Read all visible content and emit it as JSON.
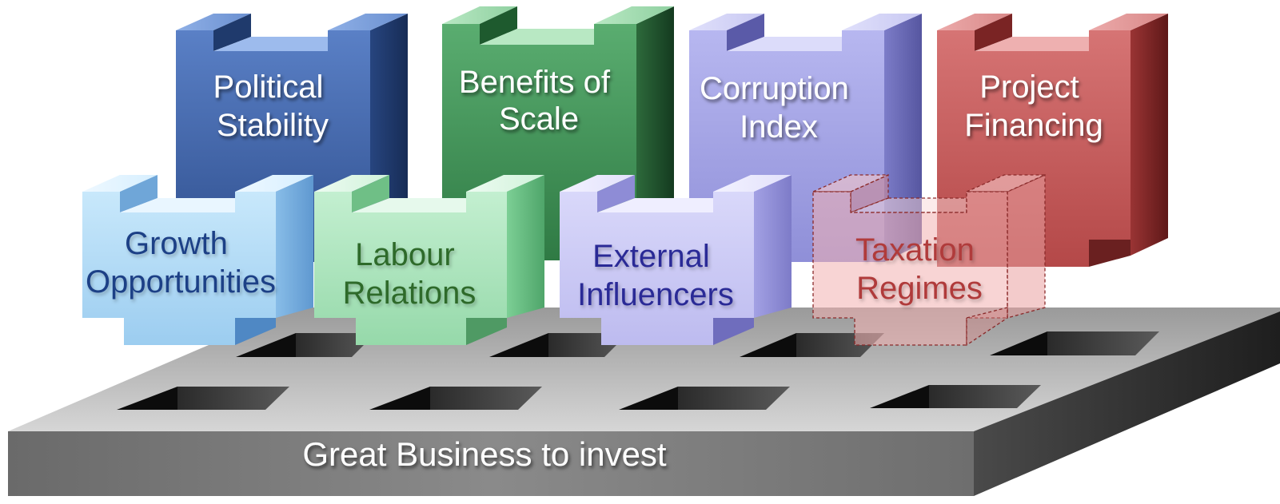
{
  "base": {
    "label": "Great Business to invest"
  },
  "blocks": {
    "political": {
      "line1": "Political",
      "line2": "Stability",
      "color": "#3f63a6"
    },
    "benefits": {
      "line1": "Benefits of",
      "line2": "Scale",
      "color": "#3f8f55"
    },
    "corruption": {
      "line1": "Corruption",
      "line2": "Index",
      "color": "#9c9ce0"
    },
    "financing": {
      "line1": "Project",
      "line2": "Financing",
      "color": "#c45a5a"
    },
    "growth": {
      "line1": "Growth",
      "line2": "Opportunities",
      "color": "#a9d8f5"
    },
    "labour": {
      "line1": "Labour",
      "line2": "Relations",
      "color": "#9fdcaf"
    },
    "external": {
      "line1": "External",
      "line2": "Influencers",
      "color": "#c6c4f3"
    },
    "taxation": {
      "line1": "Taxation",
      "line2": "Regimes",
      "color": "#f3b1b1"
    }
  }
}
